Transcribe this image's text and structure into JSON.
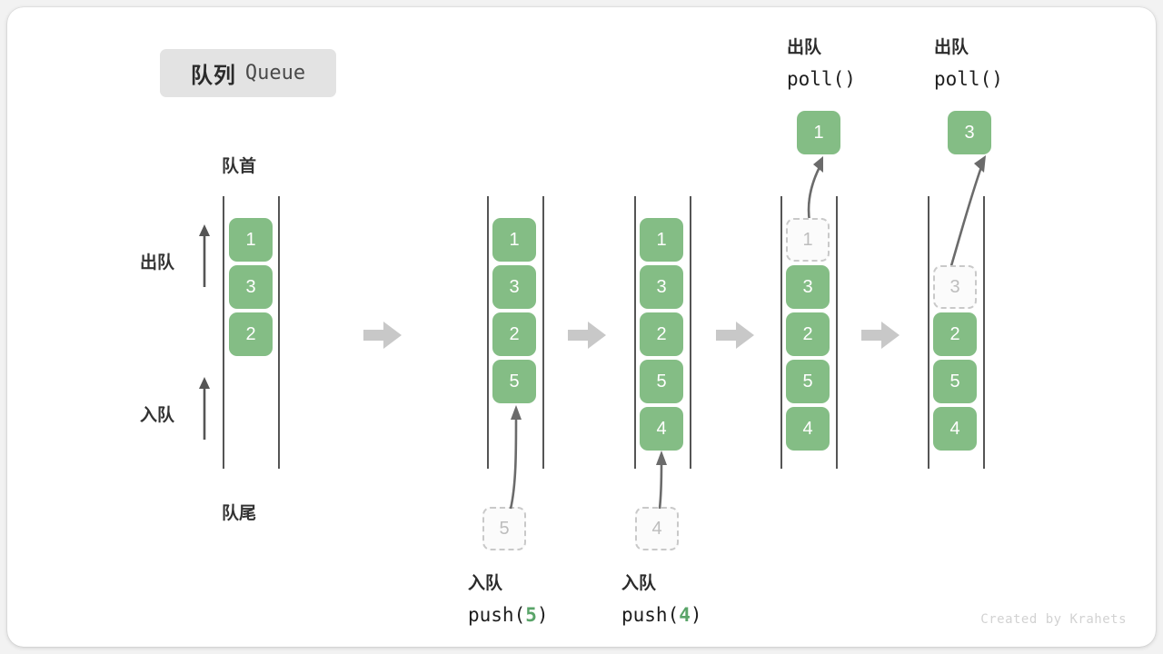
{
  "title": {
    "cn": "队列",
    "en": "Queue"
  },
  "labels": {
    "head": "队首",
    "tail": "队尾",
    "dequeue_side": "出队",
    "enqueue_side": "入队"
  },
  "footer": "Created by Krahets",
  "colors": {
    "cell_fill": "#84bd85",
    "cell_text": "#ffffff",
    "ghost_border": "#c9c9c9",
    "ghost_text": "#bdbdbd",
    "rail": "#555555",
    "separator": "#c8c8c8",
    "badge_bg": "#e3e3e3",
    "accent_green": "#5aa469"
  },
  "icons": {
    "separator": "right-arrow-icon",
    "side_marker": "up-arrow-icon",
    "flow": "curved-arrow-icon"
  },
  "columns": [
    {
      "id": "initial",
      "cells": [
        "1",
        "3",
        "2"
      ],
      "ghost_index": null,
      "caption": null,
      "top_label": null
    },
    {
      "id": "after-push-5",
      "cells": [
        "1",
        "3",
        "2",
        "5"
      ],
      "ghost_index": null,
      "caption": {
        "cn": "入队",
        "fn_prefix": "push(",
        "arg": "5",
        "fn_suffix": ")"
      },
      "incoming": "5",
      "top_label": null
    },
    {
      "id": "after-push-4",
      "cells": [
        "1",
        "3",
        "2",
        "5",
        "4"
      ],
      "ghost_index": null,
      "caption": {
        "cn": "入队",
        "fn_prefix": "push(",
        "arg": "4",
        "fn_suffix": ")"
      },
      "incoming": "4",
      "top_label": null
    },
    {
      "id": "poll-1",
      "cells": [
        "1",
        "3",
        "2",
        "5",
        "4"
      ],
      "ghost_index": 0,
      "caption": null,
      "outgoing": "1",
      "top_label": {
        "cn": "出队",
        "fn": "poll()"
      }
    },
    {
      "id": "poll-3",
      "cells": [
        "3",
        "2",
        "5",
        "4"
      ],
      "ghost_index": 0,
      "caption": null,
      "outgoing": "3",
      "top_label": {
        "cn": "出队",
        "fn": "poll()"
      }
    }
  ],
  "separators": [
    "right-arrow-icon",
    "right-arrow-icon",
    "right-arrow-icon",
    "right-arrow-icon"
  ]
}
